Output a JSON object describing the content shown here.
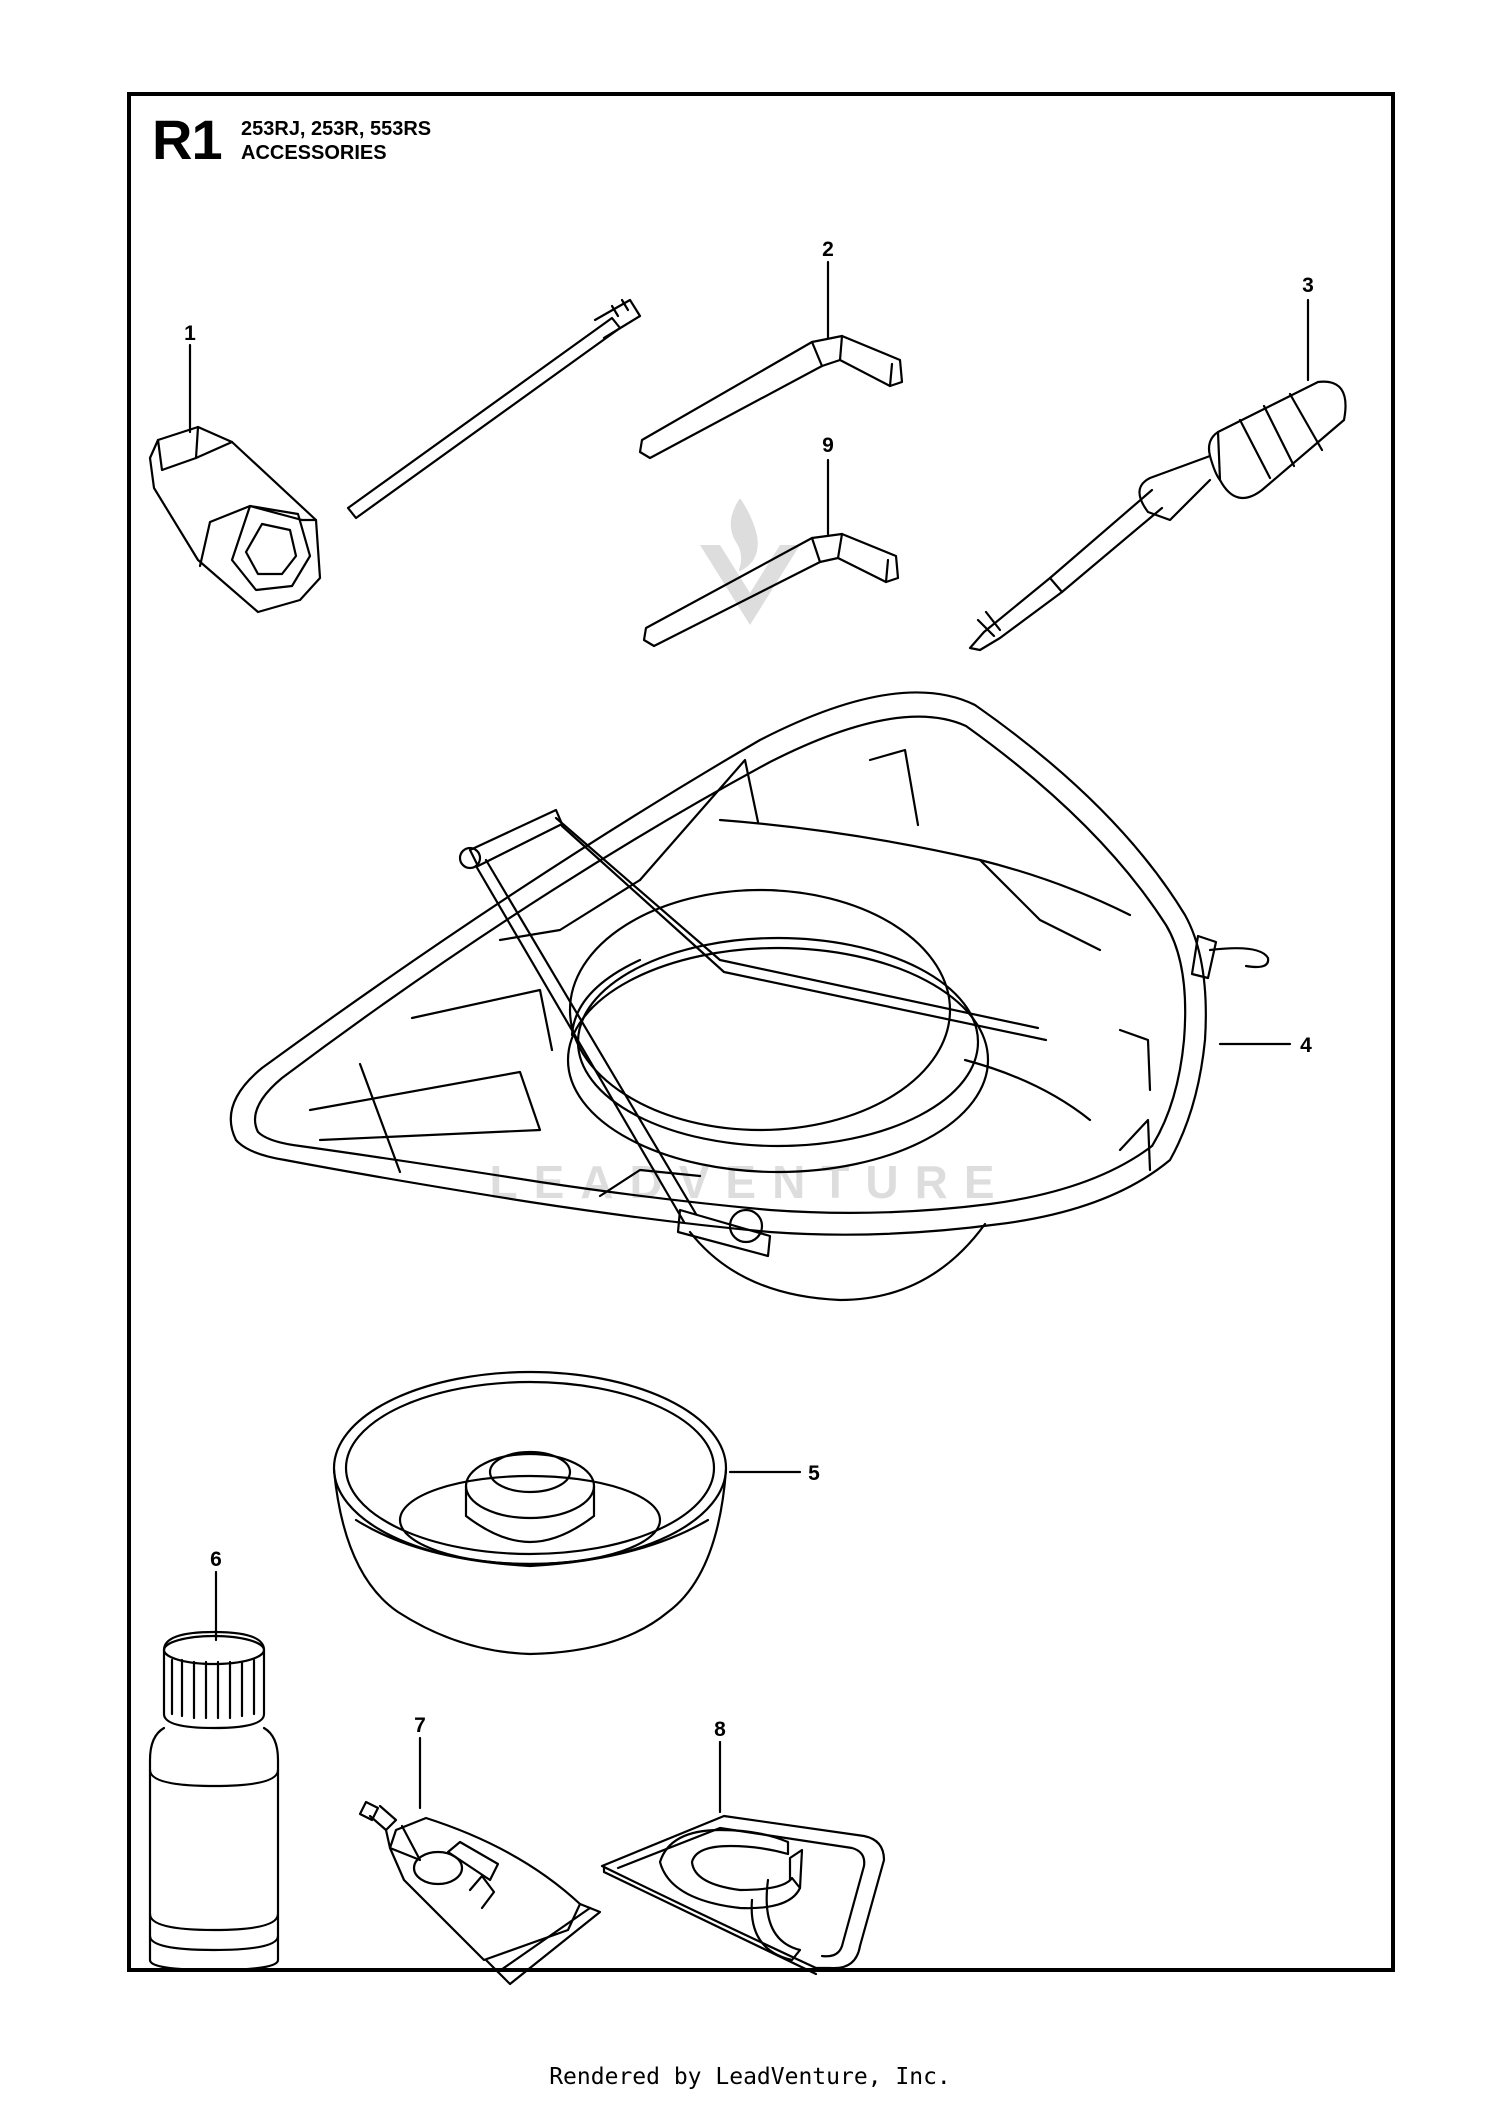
{
  "header": {
    "section_code": "R1",
    "models": "253RJ, 253R, 553RS",
    "section_title": "ACCESSORIES"
  },
  "callouts": [
    "1",
    "2",
    "3",
    "4",
    "5",
    "6",
    "7",
    "8",
    "9"
  ],
  "watermark": "LEADVENTURE",
  "footer": "Rendered by LeadVenture, Inc."
}
